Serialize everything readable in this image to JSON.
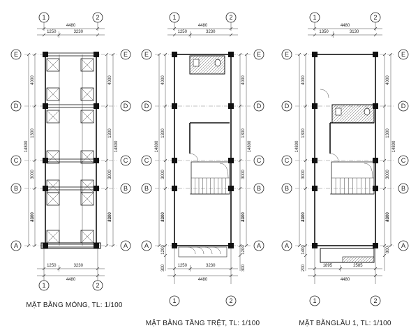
{
  "plans": [
    {
      "id": "foundation",
      "caption": "MẶT BẰNG MÓNG, TL: 1/100",
      "axes_columns": [
        "1",
        "2"
      ],
      "axes_rows": [
        "E",
        "D",
        "C",
        "B",
        "A"
      ],
      "top_total": "4480",
      "top_segments": [
        "1250",
        "3230"
      ],
      "left_dims": [
        "4000",
        "1300",
        "3000",
        "2200",
        "4300"
      ],
      "right_dims": [
        "4000",
        "1300",
        "3000",
        "2200",
        "4300"
      ],
      "overall_left": "14800",
      "overall_right": "14800",
      "bottom_segments": [
        "1250",
        "3230"
      ],
      "bottom_total": "4480",
      "extra_left": [],
      "extra_right": []
    },
    {
      "id": "ground",
      "caption": "MẶT BẰNG TẦNG TRỆT, TL: 1/100",
      "axes_columns": [
        "1",
        "2"
      ],
      "axes_rows": [
        "E",
        "D",
        "C",
        "B",
        "A"
      ],
      "top_total": "4480",
      "top_segments": [
        "1250",
        "3230"
      ],
      "left_dims": [
        "4000",
        "1300",
        "3000",
        "2200",
        "4300"
      ],
      "right_dims": [
        "4000",
        "1300",
        "3000",
        "2200",
        "4300"
      ],
      "overall_left": "14800",
      "overall_right": "14800",
      "bottom_segments": [
        "1250",
        "3230"
      ],
      "bottom_total": "4480",
      "extra_left": [
        "1200",
        "300"
      ],
      "extra_right": [
        "1200",
        "300"
      ]
    },
    {
      "id": "floor1",
      "caption": "MẶT BẰNGLẦU 1, TL: 1/100",
      "axes_columns": [
        "1",
        "2"
      ],
      "axes_rows": [
        "E",
        "D",
        "C",
        "B",
        "A"
      ],
      "top_total": "4480",
      "top_segments": [
        "1350",
        "3130"
      ],
      "left_dims": [
        "4000",
        "1300",
        "3000",
        "2200",
        "4300"
      ],
      "right_dims": [
        "4000",
        "1300",
        "3000",
        "2200",
        "4300"
      ],
      "overall_left": "14800",
      "overall_right": "14800",
      "bottom_segments": [
        "1895",
        "2585"
      ],
      "bottom_total": "4480",
      "extra_left": [
        "1400",
        "200"
      ],
      "extra_right": [
        "800"
      ]
    }
  ]
}
